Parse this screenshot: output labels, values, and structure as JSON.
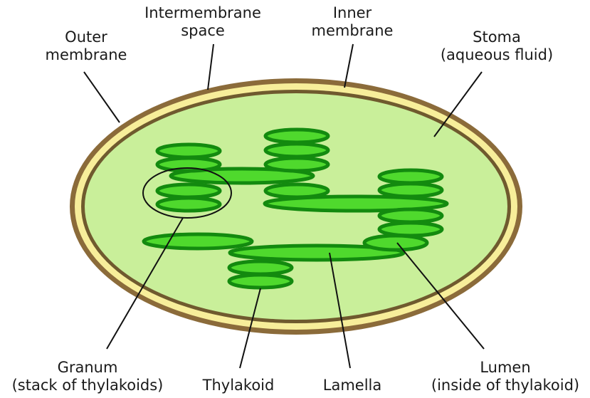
{
  "labels": {
    "outer_membrane": [
      "Outer",
      "membrane"
    ],
    "intermembrane_space": [
      "Intermembrane",
      "space"
    ],
    "inner_membrane": [
      "Inner",
      "membrane"
    ],
    "stoma": [
      "Stoma",
      "(aqueous fluid)"
    ],
    "granum": [
      "Granum",
      "(stack of thylakoids)"
    ],
    "thylakoid": "Thylakoid",
    "lamella": "Lamella",
    "lumen": [
      "Lumen",
      "(inside of thylakoid)"
    ]
  },
  "colors": {
    "outer_membrane": "#8b6b3a",
    "intermembrane_space": "#f7ee9a",
    "inner_membrane": "#6f5a2e",
    "stroma": "#c9ef9a",
    "thylakoid_fill": "#4fd92d",
    "thylakoid_stroke": "#138a0f",
    "leader_line": "#111111"
  }
}
